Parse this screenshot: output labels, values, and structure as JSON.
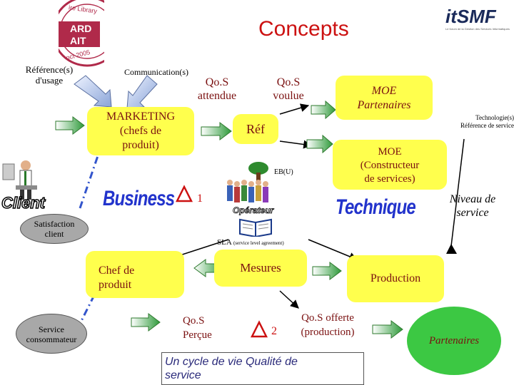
{
  "title": "Concepts",
  "logo_left": {
    "line1": "ire Library",
    "line2": "ARD",
    "line3": "AIT",
    "line4": "oct 2005"
  },
  "logo_right": {
    "name": "itSMF",
    "tagline": "Le forum de la Gestion des Services Informatiques"
  },
  "reference_usage": {
    "line1": "Référence(s)",
    "line2": "d'usage"
  },
  "communication": "Communication(s)",
  "qos_attendue": {
    "line1": "Qo.S",
    "line2": "attendue"
  },
  "qos_voulue": {
    "line1": "Qo.S",
    "line2": "voulue"
  },
  "moe_partenaires": {
    "line1": "MOE",
    "line2": "Partenaires"
  },
  "marketing": {
    "line1": "MARKETING",
    "line2": "(chefs de",
    "line3": "produit)"
  },
  "ref": "Réf",
  "technologie": {
    "line1": "Technologie(s)",
    "line2": "Référence de service"
  },
  "eb": "EB(U)",
  "moe_constructeur": {
    "line1": "MOE",
    "line2": "(Constructeur",
    "line3": "de services)"
  },
  "client": "Client",
  "business": "Business",
  "delta1": "1",
  "operateur": "Opérateur",
  "technique": "Technique",
  "niveau_service": {
    "line1": "Niveau de",
    "line2": "service"
  },
  "satisfaction": {
    "line1": "Satisfaction",
    "line2": "client"
  },
  "sla": {
    "main": "SLA",
    "detail": "(service level agreement)"
  },
  "chef_produit": {
    "line1": "Chef de",
    "line2": "produit"
  },
  "mesures": "Mesures",
  "production": "Production",
  "service_consommateur": {
    "line1": "Service",
    "line2": "consommateur"
  },
  "qos_percue": {
    "line1": "Qo.S",
    "line2": "Perçue"
  },
  "delta2": "2",
  "qos_offerte": {
    "line1": "Qo.S offerte",
    "line2": "(production)"
  },
  "partenaires": "Partenaires",
  "cycle": {
    "line1": "Un cycle de vie Qualité de",
    "line2": "service"
  },
  "colors": {
    "title": "#cc1111",
    "box_yellow": "#ffff4d",
    "box_green": "#3cc843",
    "ellipse": "#a8a8a8",
    "business_blue": "#2233cc",
    "arrow_green": "#2e9a3a",
    "moe_text": "#7a1010"
  }
}
